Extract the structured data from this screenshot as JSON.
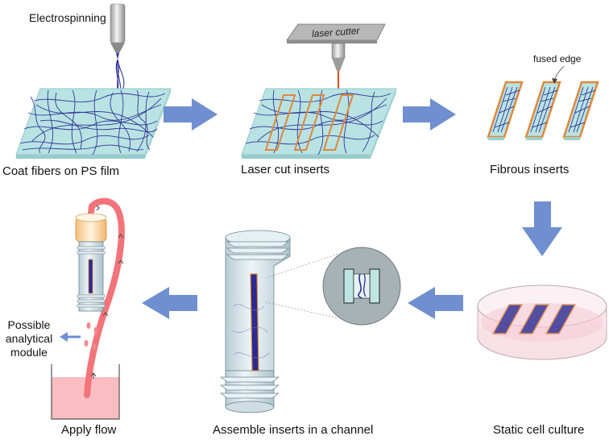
{
  "labels": {
    "electrospinning": "Electrospinning",
    "laser_cutter": "laser cutter",
    "fused_edge": "fused edge",
    "possible_module": [
      "Possible",
      "analytical",
      "module"
    ]
  },
  "steps": [
    {
      "caption": "Coat fibers on PS film"
    },
    {
      "caption": "Laser cut inserts"
    },
    {
      "caption": "Fibrous inserts"
    },
    {
      "caption": "Static cell culture"
    },
    {
      "caption": "Assemble inserts in a channel"
    },
    {
      "caption": "Apply flow"
    }
  ],
  "colors": {
    "arrow": "#6f8fd0",
    "film": "#b9e3e3",
    "fiber": "#23238f",
    "cut_line": "#e0883a",
    "tube": "#f2747a",
    "medium": "#f7a7ad",
    "channel": "#dbe9ee"
  }
}
